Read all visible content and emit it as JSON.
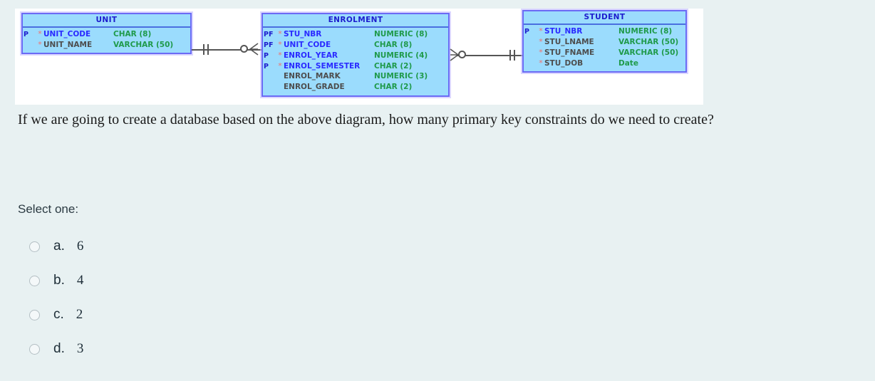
{
  "diagram": {
    "entities": [
      {
        "name": "UNIT",
        "attributes": [
          {
            "key": "P",
            "star": "*",
            "name": "UNIT_CODE",
            "type": "CHAR (8)",
            "is_pk": true
          },
          {
            "key": "",
            "star": "*",
            "name": "UNIT_NAME",
            "type": "VARCHAR (50)",
            "is_pk": false
          }
        ]
      },
      {
        "name": "ENROLMENT",
        "attributes": [
          {
            "key": "PF",
            "star": "*",
            "name": "STU_NBR",
            "type": "NUMERIC (8)",
            "is_pk": true
          },
          {
            "key": "PF",
            "star": "*",
            "name": "UNIT_CODE",
            "type": "CHAR (8)",
            "is_pk": true
          },
          {
            "key": "P",
            "star": "*",
            "name": "ENROL_YEAR",
            "type": "NUMERIC (4)",
            "is_pk": true
          },
          {
            "key": "P",
            "star": "*",
            "name": "ENROL_SEMESTER",
            "type": "CHAR (2)",
            "is_pk": true
          },
          {
            "key": "",
            "star": "",
            "name": "ENROL_MARK",
            "type": "NUMERIC (3)",
            "is_pk": false
          },
          {
            "key": "",
            "star": "",
            "name": "ENROL_GRADE",
            "type": "CHAR (2)",
            "is_pk": false
          }
        ]
      },
      {
        "name": "STUDENT",
        "attributes": [
          {
            "key": "P",
            "star": "*",
            "name": "STU_NBR",
            "type": "NUMERIC (8)",
            "is_pk": true
          },
          {
            "key": "",
            "star": "*",
            "name": "STU_LNAME",
            "type": "VARCHAR (50)",
            "is_pk": false
          },
          {
            "key": "",
            "star": "*",
            "name": "STU_FNAME",
            "type": "VARCHAR (50)",
            "is_pk": false
          },
          {
            "key": "",
            "star": "*",
            "name": "STU_DOB",
            "type": "Date",
            "is_pk": false
          }
        ]
      }
    ],
    "relationships": [
      {
        "from": "UNIT",
        "to": "ENROLMENT",
        "from_cardinality": "one-mandatory",
        "to_cardinality": "zero-or-many"
      },
      {
        "from": "ENROLMENT",
        "to": "STUDENT",
        "from_cardinality": "zero-or-many",
        "to_cardinality": "one-mandatory"
      }
    ],
    "colors": {
      "entity_fill": "#9bdcfd",
      "entity_border": "#6b6bf5",
      "header_text": "#1c1ccd",
      "pk_attribute_text": "#2a2aff",
      "attribute_text": "#4d4d4d",
      "datatype_text": "#1f9a4a",
      "required_marker": "#f1736f",
      "panel_background": "#ffffff"
    }
  },
  "question": {
    "text": "If we are going to create a database based on the above diagram, how many primary key constraints do we need to create?"
  },
  "answer": {
    "prompt": "Select one:",
    "options": [
      {
        "letter": "a.",
        "value": "6"
      },
      {
        "letter": "b.",
        "value": "4"
      },
      {
        "letter": "c.",
        "value": "2"
      },
      {
        "letter": "d.",
        "value": "3"
      }
    ]
  },
  "page": {
    "background_color": "#e8f1f2"
  }
}
